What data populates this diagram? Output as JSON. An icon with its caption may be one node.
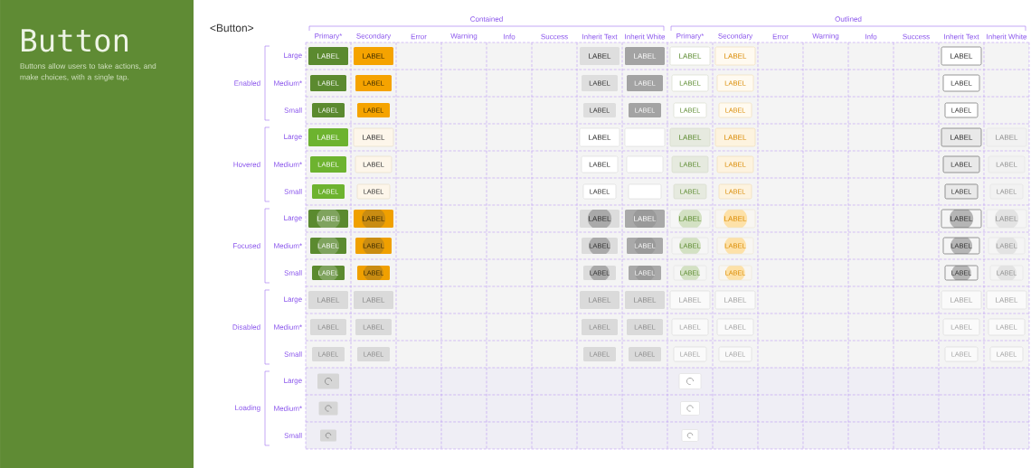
{
  "diagram": {
    "title": "Button",
    "nodes": [
      {
        "text": [
          "LABEL"
        ]
      },
      {
        "text": [
          "LABEL"
        ]
      },
      {
        "text": [
          "LABEL"
        ]
      },
      {
        "text": [
          "LABEL"
        ]
      },
      {
        "text": [
          "LABEL"
        ]
      },
      {
        "text": [
          "LABEL"
        ]
      },
      {
        "text": [
          "LABEL"
        ]
      },
      {
        "text": [
          "LABEL"
        ]
      },
      {
        "text": [
          "LABEL"
        ]
      },
      {
        "text": [
          "LABEL"
        ]
      },
      {
        "text": [
          "LABEL"
        ]
      },
      {
        "text": [
          "LABEL"
        ]
      },
      {
        "text": [
          "LABEL"
        ]
      },
      {
        "text": [
          "LABEL"
        ]
      },
      {
        "text": [
          "LABEL"
        ]
      },
      {
        "text": [
          "LABEL"
        ]
      },
      {
        "text": [
          "LABEL"
        ]
      },
      {
        "text": [
          "LABEL"
        ]
      },
      {
        "text": [
          "LABEL"
        ]
      },
      {
        "text": [
          "LABEL"
        ]
      },
      {
        "text": [
          "LABEL"
        ]
      },
      {
        "text": [
          "LABEL"
        ]
      },
      {
        "text": [
          "LABEL"
        ]
      },
      {
        "text": [
          "LABEL"
        ]
      },
      {
        "text": [],
        "shape": "box"
      },
      {
        "text": [
          "LABEL"
        ]
      },
      {
        "text": [
          "LABEL"
        ]
      },
      {
        "text": [
          "LABEL"
        ]
      },
      {
        "text": [
          "LABEL"
        ]
      },
      {
        "text": [
          "LABEL"
        ]
      },
      {
        "text": [
          "LABEL"
        ]
      },
      {
        "text": [
          "LABEL"
        ]
      },
      {
        "text": [],
        "shape": "box"
      },
      {
        "text": [
          "LABEL"
        ]
      },
      {
        "text": [
          "LABEL"
        ]
      },
      {
        "text": [
          "LABEL"
        ]
      },
      {
        "text": [
          "LABEL"
        ]
      },
      {
        "text": [
          "LABEL"
        ]
      },
      {
        "text": [
          "LABEL"
        ]
      },
      {
        "text": [
          "LABEL"
        ]
      },
      {
        "text": [],
        "shape": "box"
      },
      {
        "text": [
          "LABEL"
        ]
      },
      {
        "text": [
          "LABEL"
        ]
      },
      {
        "text": [
          "LABEL"
        ]
      },
      {
        "text": [
          "LABEL"
        ]
      },
      {
        "text": [
          "LABEL"
        ]
      },
      {
        "text": [
          "LABEL"
        ]
      },
      {
        "text": [
          "LABEL"
        ]
      },
      {
        "text": [
          "LABEL"
        ]
      },
      {
        "text": [
          "LABEL"
        ]
      },
      {
        "text": [
          "LABEL"
        ]
      },
      {
        "text": [
          "LABEL"
        ]
      },
      {
        "text": [
          "LABEL"
        ]
      },
      {
        "text": [
          "LABEL"
        ]
      },
      {
        "text": [
          "LABEL"
        ]
      },
      {
        "text": [
          "LABEL"
        ]
      },
      {
        "text": [
          "LABEL"
        ]
      },
      {
        "text": [
          "LABEL"
        ]
      },
      {
        "text": [
          "LABEL"
        ]
      },
      {
        "text": [
          "LABEL"
        ]
      },
      {
        "text": [
          "LABEL"
        ]
      },
      {
        "text": [
          "LABEL"
        ]
      },
      {
        "text": [
          "LABEL"
        ]
      },
      {
        "text": [
          "LABEL"
        ]
      },
      {
        "text": [
          "LABEL"
        ]
      },
      {
        "text": [
          "LABEL"
        ]
      },
      {
        "text": [
          "LABEL"
        ]
      },
      {
        "text": [
          "LABEL"
        ]
      },
      {
        "text": [
          "LABEL"
        ]
      },
      {
        "text": [
          "LABEL"
        ]
      },
      {
        "text": [
          "LABEL"
        ]
      },
      {
        "text": [
          "LABEL"
        ]
      },
      {
        "text": [
          "LABEL"
        ]
      },
      {
        "text": [
          "LABEL"
        ]
      },
      {
        "text": [
          "LABEL"
        ]
      },
      {
        "text": [
          "LABEL"
        ]
      },
      {
        "text": [
          "LABEL"
        ]
      },
      {
        "text": [
          "LABEL"
        ]
      },
      {
        "text": [
          "LABEL"
        ]
      },
      {
        "text": [
          "LABEL"
        ]
      },
      {
        "text": [
          "LABEL"
        ]
      },
      {
        "text": [
          "LABEL"
        ]
      },
      {
        "text": [
          "LABEL"
        ]
      },
      {
        "text": [
          "LABEL"
        ]
      },
      {
        "text": [
          "LABEL"
        ]
      },
      {
        "text": [
          "LABEL"
        ]
      },
      {
        "text": [
          "LABEL"
        ]
      },
      {
        "text": [
          "LABEL"
        ]
      },
      {
        "text": [
          "LABEL"
        ]
      },
      {
        "text": [
          "LABEL"
        ]
      },
      {
        "text": [
          "LABEL"
        ]
      },
      {
        "text": [
          "LABEL"
        ]
      },
      {
        "text": [
          "LABEL"
        ]
      },
      {
        "text": [],
        "shape": "box"
      },
      {
        "text": [],
        "shape": "box"
      },
      {
        "text": [],
        "shape": "box"
      },
      {
        "text": [],
        "shape": "box"
      },
      {
        "text": [],
        "shape": "box"
      },
      {
        "text": [],
        "shape": "box"
      }
    ],
    "labels": [
      "Buttons allow users to take actions, and make choices, with a single tap.",
      "<Button>",
      "Contained",
      "Outlined",
      "Primary*",
      "Secondary",
      "Error",
      "Warning",
      "Info",
      "Success",
      "Inherit Text",
      "Inherit White",
      "Primary*",
      "Secondary",
      "Error",
      "Warning",
      "Info",
      "Success",
      "Inherit Text",
      "Inherit White",
      "Enabled",
      "Large",
      "Medium*",
      "Small",
      "Hovered",
      "Large",
      "Medium*",
      "Small",
      "Focused",
      "Large",
      "Medium*",
      "Small",
      "Disabled",
      "Large",
      "Medium*",
      "Small",
      "Loading",
      "Large",
      "Medium*",
      "Small"
    ]
  }
}
